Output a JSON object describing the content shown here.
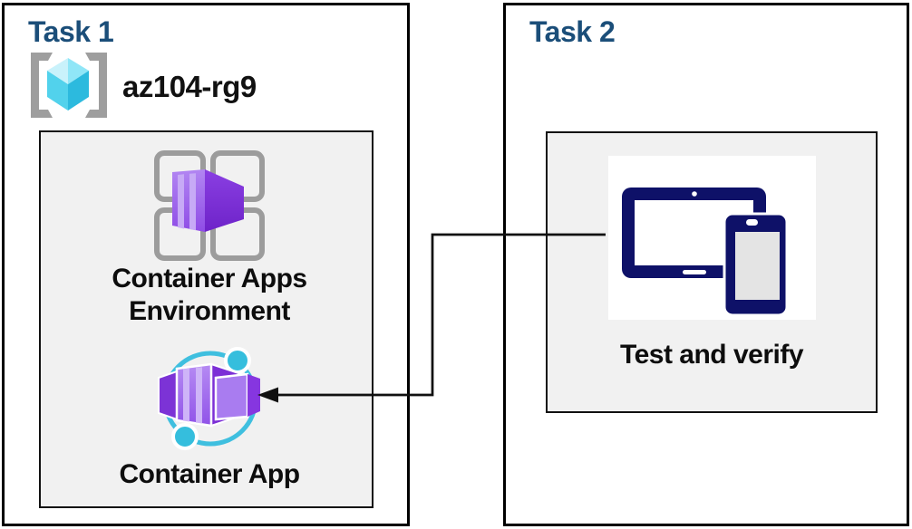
{
  "diagram": {
    "task1": {
      "title": "Task 1",
      "resource_group": {
        "icon": "resource-group-icon",
        "name": "az104-rg9"
      },
      "environment": {
        "icon": "container-apps-environment-icon",
        "label": "Container Apps Environment"
      },
      "container_app": {
        "icon": "container-app-icon",
        "label": "Container App"
      }
    },
    "task2": {
      "title": "Task 2",
      "test": {
        "icon": "devices-icon",
        "label": "Test and verify"
      }
    },
    "connector": {
      "description": "elbow-arrow-from-test-and-verify-to-container-app",
      "direction": "right-to-left"
    }
  },
  "colors": {
    "header_blue": "#1B4E79",
    "text_black": "#111111",
    "navy": "#0E1168",
    "cyan": "#3FBFDF",
    "cyan_dot": "#35BEDD",
    "purple_front": "#A97CF0",
    "purple_dark": "#7C2FD6",
    "gray_bracket": "#9E9E9E",
    "grid_gray": "#9C9C9C",
    "inner_box_bg": "#F1F1F1",
    "box_border": "#000000",
    "connector": "#111111"
  }
}
